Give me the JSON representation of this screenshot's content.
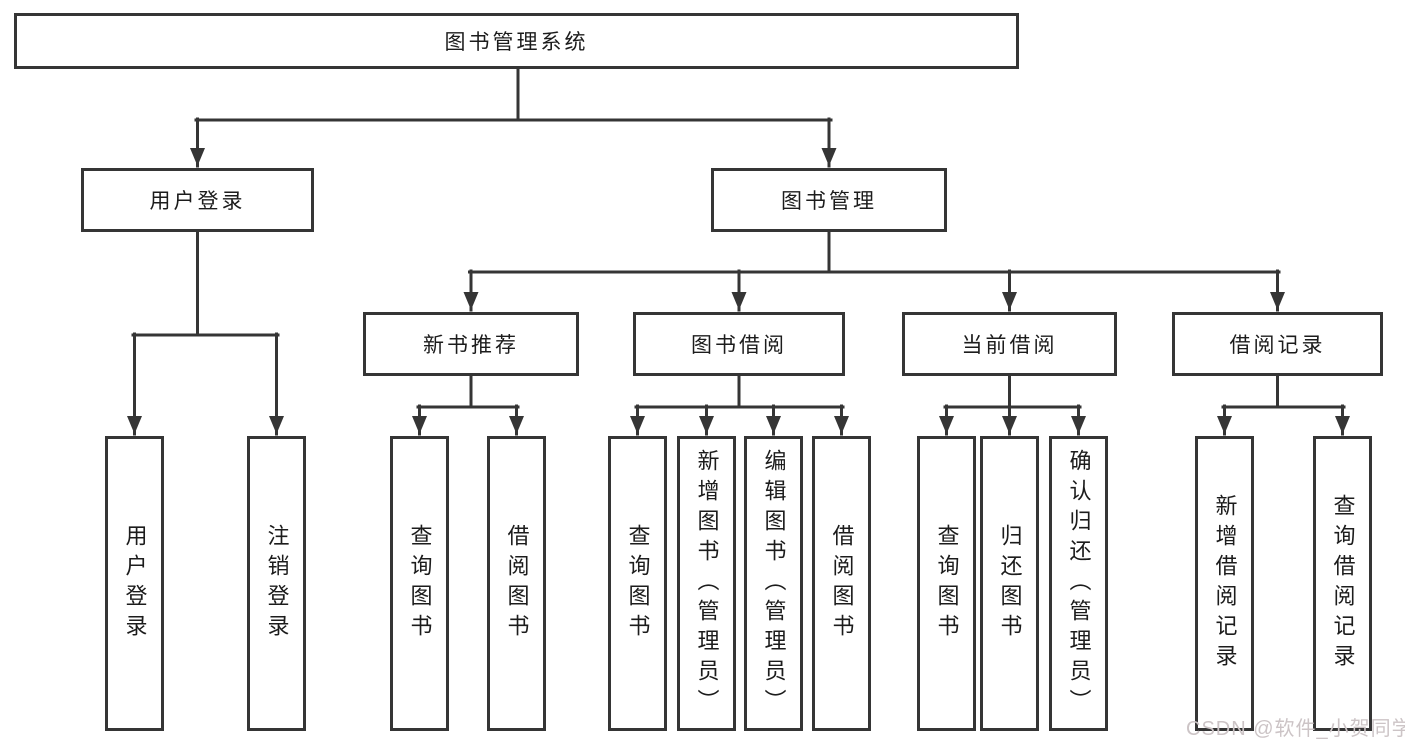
{
  "nodes": {
    "root": "图书管理系统",
    "user_login": "用户登录",
    "book_management": "图书管理",
    "login": "用户登录",
    "logout": "注销登录",
    "new_book_recommend": "新书推荐",
    "book_borrowing": "图书借阅",
    "current_borrowing": "当前借阅",
    "borrowing_records": "借阅记录",
    "nbr_query_books": "查询图书",
    "nbr_borrow_books": "借阅图书",
    "bb_query_books": "查询图书",
    "bb_add_books_admin": "新增图书（管理员）",
    "bb_edit_books_admin": "编辑图书（管理员）",
    "bb_borrow_books": "借阅图书",
    "cb_query_books": "查询图书",
    "cb_return_books": "归还图书",
    "cb_confirm_return_admin": "确认归还（管理员）",
    "br_add_record": "新增借阅记录",
    "br_query_record": "查询借阅记录"
  },
  "watermark": "CSDN @软件_小贺同学",
  "colors": {
    "line": "#353535",
    "text": "#1c1c1c",
    "background": "#ffffff",
    "watermark": "#ccc4c6"
  }
}
